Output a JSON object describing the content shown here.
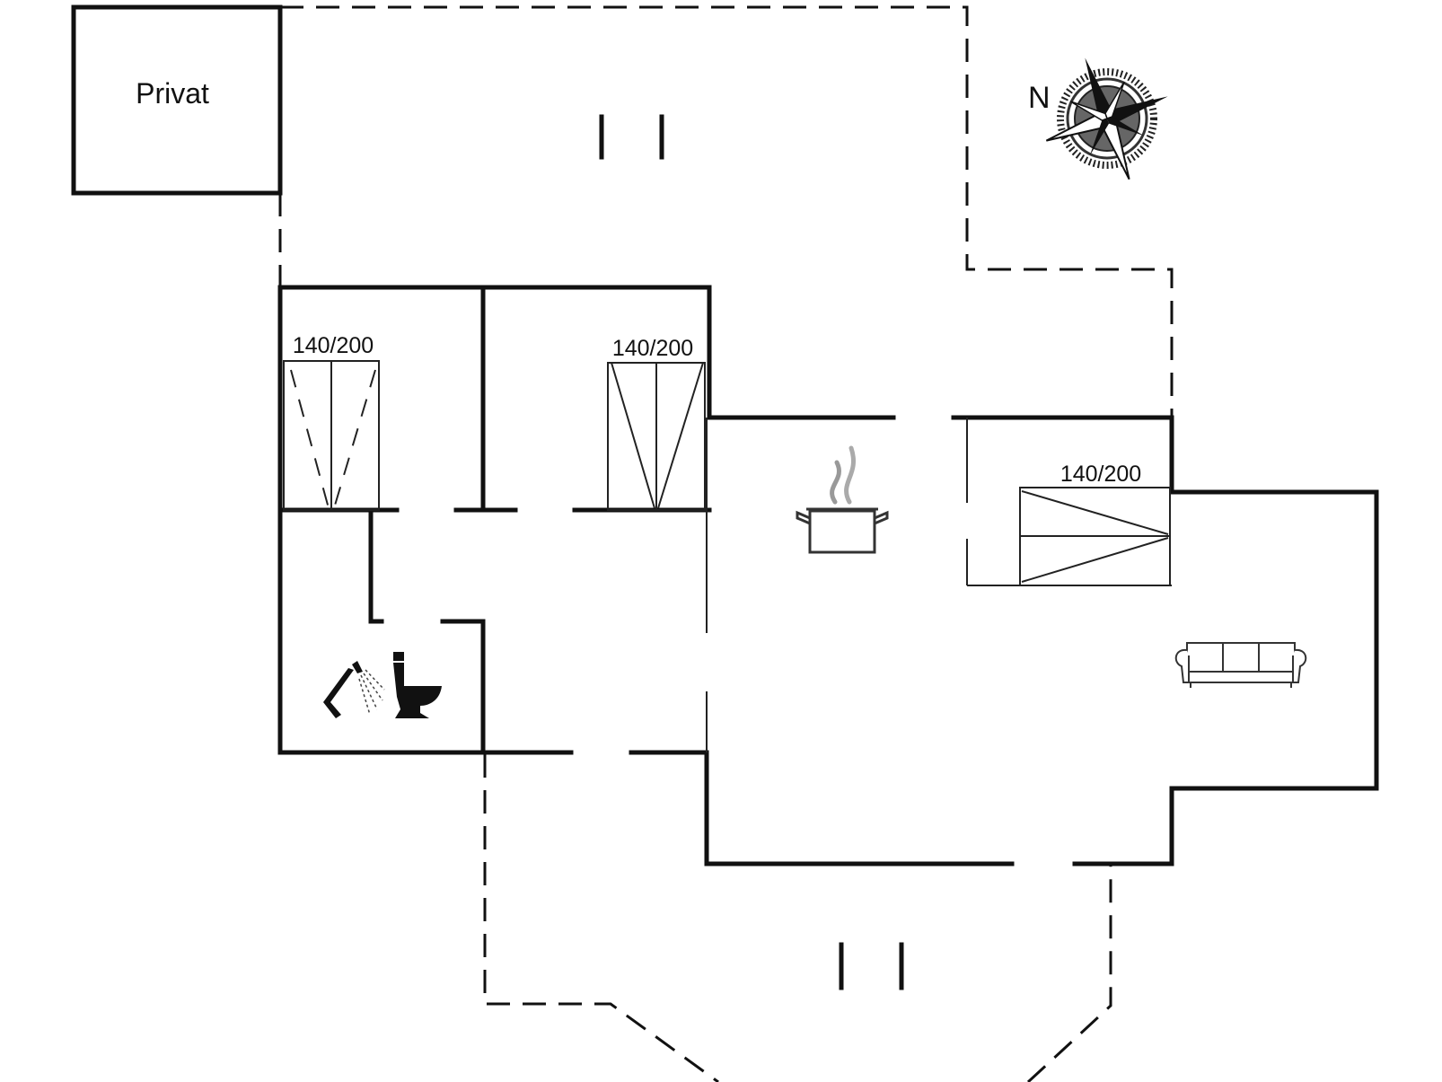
{
  "plan": {
    "annex_label": "Privat",
    "north_label": "N",
    "bed_sizes": [
      "140/200",
      "140/200",
      "140/200"
    ]
  },
  "icons": {
    "compass": "compass-rose-icon",
    "kitchen": "cooking-pot-icon",
    "bathroom_shower": "shower-icon",
    "bathroom_toilet": "toilet-icon",
    "living": "sofa-icon"
  },
  "colors": {
    "lines": "#111111",
    "background": "#ffffff"
  }
}
